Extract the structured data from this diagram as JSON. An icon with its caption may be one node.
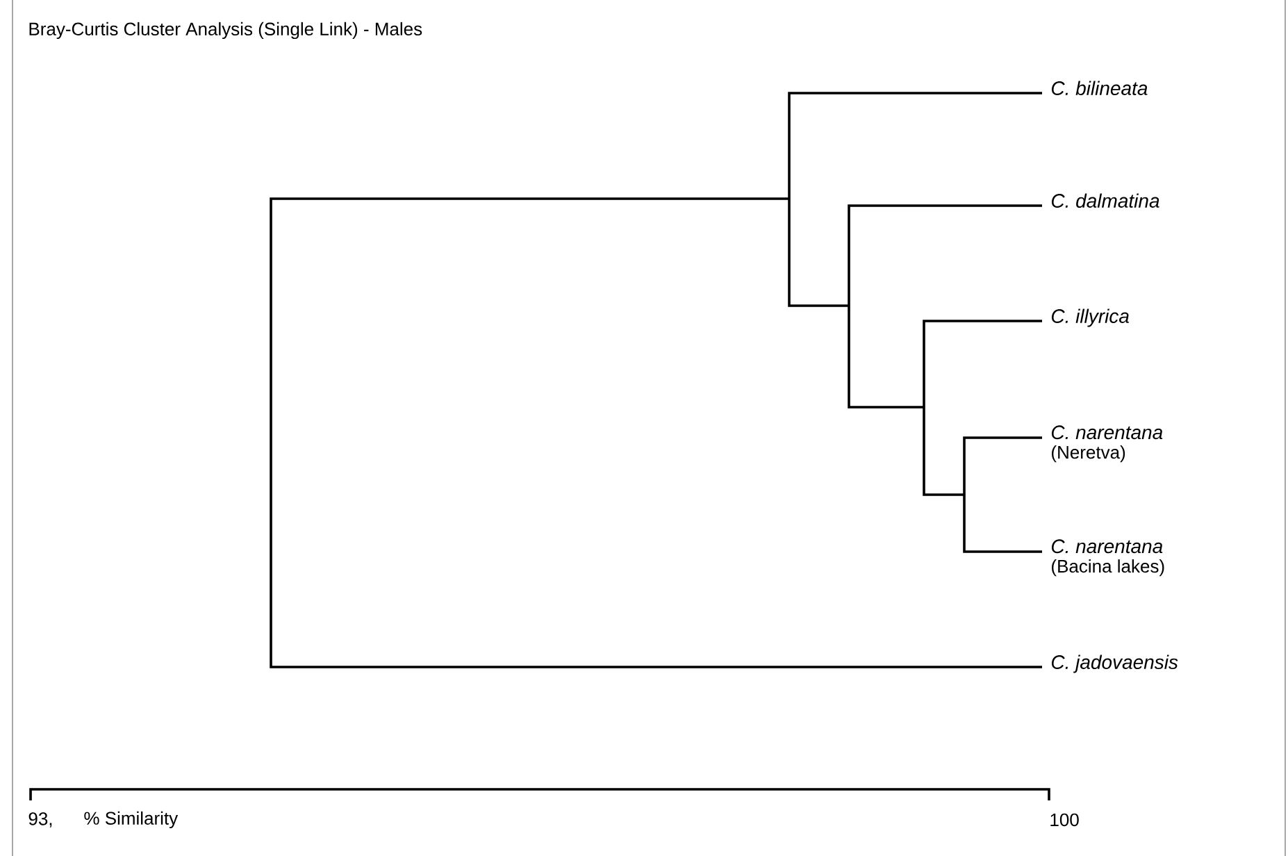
{
  "diagram": {
    "title": "Bray-Curtis Cluster Analysis (Single Link) - Males",
    "nodes": [
      {
        "text": [
          "C. bilineata"
        ]
      },
      {
        "text": [
          "C. dalmatina"
        ]
      },
      {
        "text": [
          "C. illyrica"
        ]
      },
      {
        "text": [
          "C. narentana",
          "(Neretva)"
        ]
      },
      {
        "text": [
          "C. narentana",
          "(Bacina lakes)"
        ]
      },
      {
        "text": [
          "C. jadovaensis"
        ]
      }
    ],
    "labels": [
      "93,",
      "% Similarity",
      "100"
    ]
  }
}
